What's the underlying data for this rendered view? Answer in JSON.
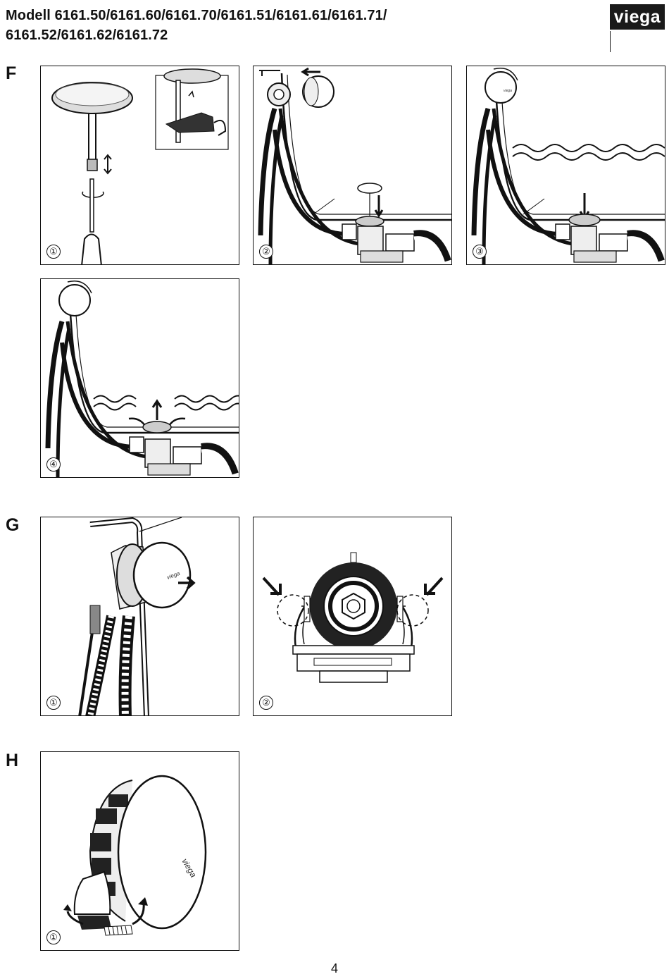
{
  "header": {
    "title_line1": "Modell 6161.50/6161.60/6161.70/6161.51/6161.61/6161.71/",
    "title_line2": "6161.52/6161.62/6161.72",
    "logo": "viega"
  },
  "sections": {
    "F": {
      "label": "F",
      "steps": [
        "①",
        "②",
        "③",
        "④"
      ]
    },
    "G": {
      "label": "G",
      "steps": [
        "①",
        "②"
      ]
    },
    "H": {
      "label": "H",
      "steps": [
        "①"
      ]
    }
  },
  "brand_mark": "viega",
  "page_number": "4",
  "colors": {
    "ink": "#111111",
    "paper": "#ffffff"
  }
}
